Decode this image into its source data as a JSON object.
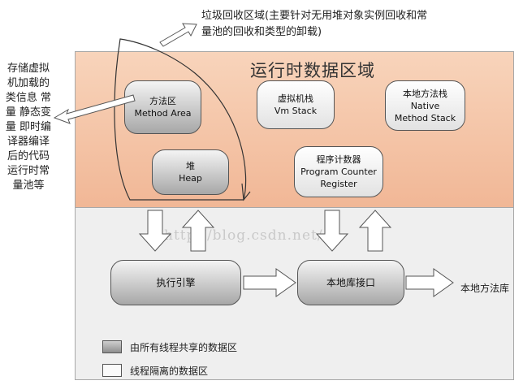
{
  "runtime_area": {
    "title": "运行时数据区域"
  },
  "boxes": {
    "method_area": {
      "line1": "方法区",
      "line2": "Method Area"
    },
    "vm_stack": {
      "line1": "虚拟机栈",
      "line2": "Vm Stack"
    },
    "native_stack": {
      "line1": "本地方法栈",
      "line2": "Native",
      "line3": "Method Stack"
    },
    "heap": {
      "line1": "堆",
      "line2": "Heap"
    },
    "pc_register": {
      "line1": "程序计数器",
      "line2": "Program Counter",
      "line3": "Register"
    },
    "exec_engine": {
      "label": "执行引擎"
    },
    "native_interface": {
      "label": "本地库接口"
    }
  },
  "native_library_label": "本地方法库",
  "annotations": {
    "gc_note": "垃圾回收区域(主要针对无用堆对象实例回收和常量池的回收和类型的卸载)",
    "method_area_note": "存储虚拟机加载的类信息 常量 静态变量 即时编译器编译后的代码 运行时常量池等"
  },
  "watermark": "http://blog.csdn.net/",
  "legend": {
    "shared": "由所有线程共享的数据区",
    "isolated": "线程隔离的数据区"
  },
  "colors": {
    "runtime_area_fill": "#f4c4a6",
    "lower_area_fill": "#efefef",
    "shared_box": "#a7a7a7",
    "isolated_box": "#ffffff"
  }
}
